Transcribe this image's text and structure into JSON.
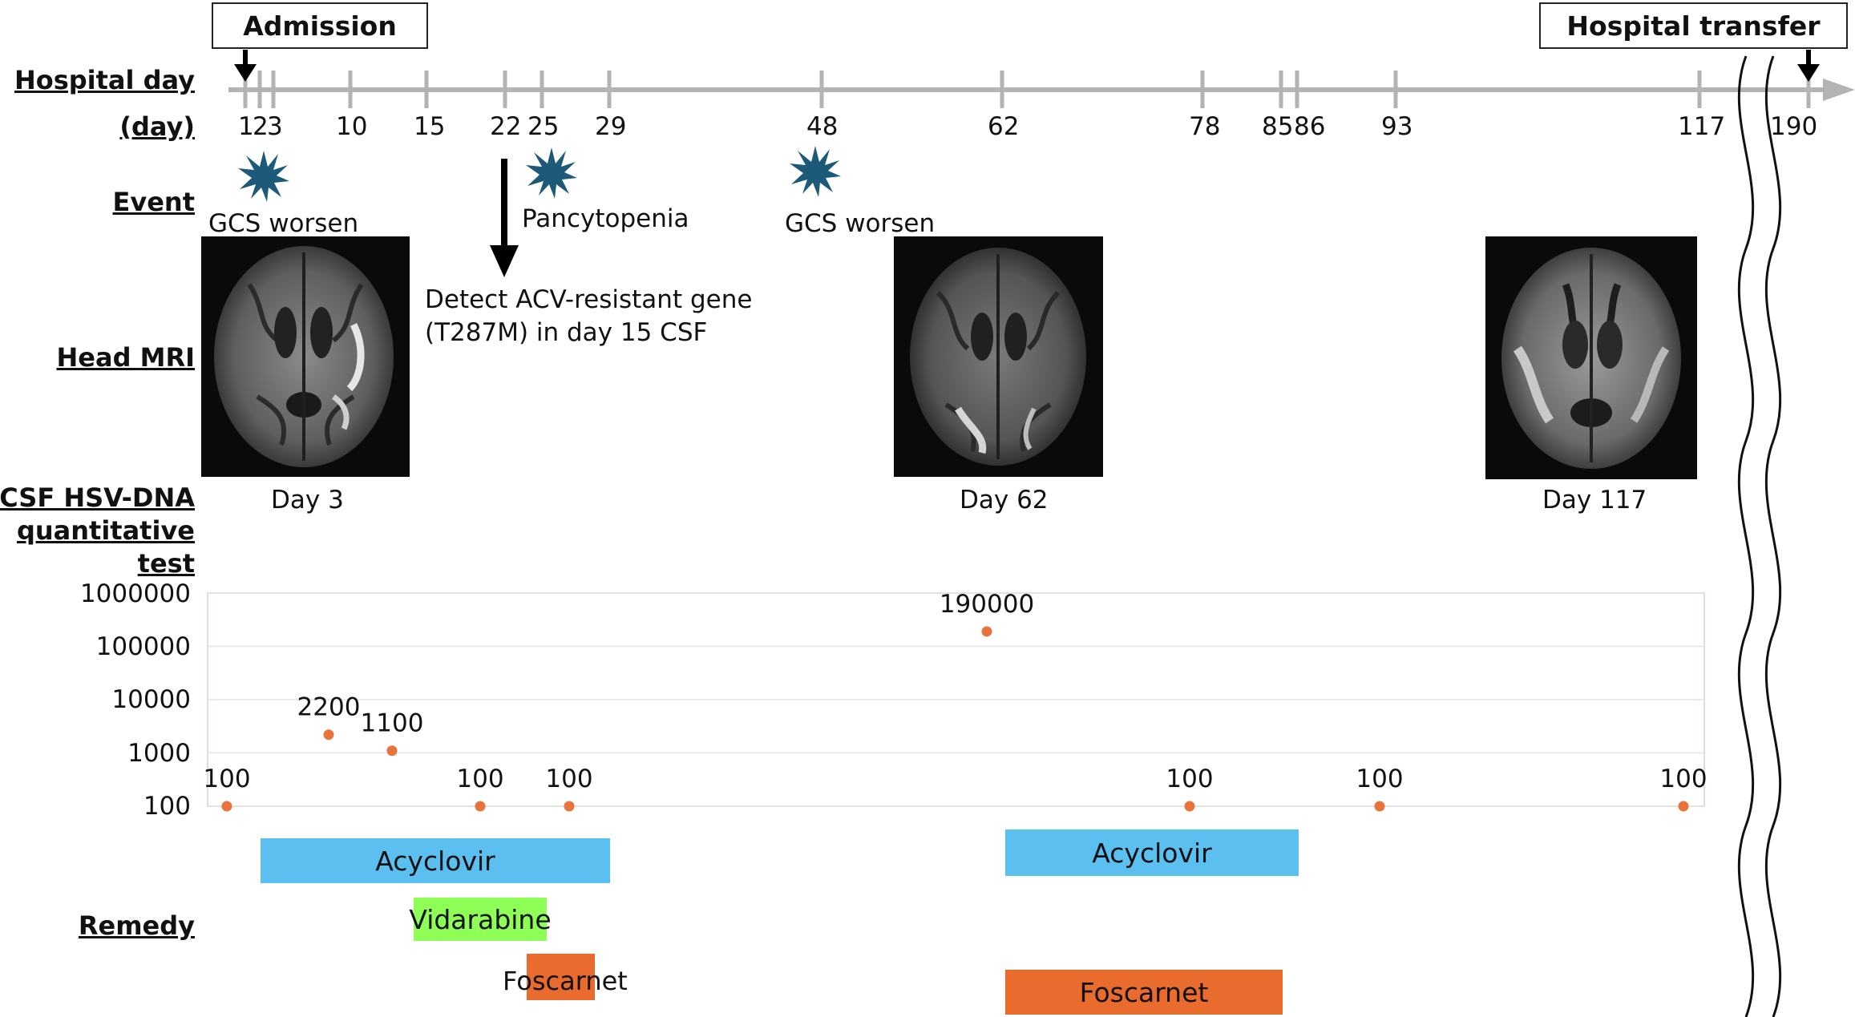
{
  "labels": {
    "admission": "Admission",
    "transfer": "Hospital transfer",
    "hospital_day": "Hospital day",
    "day_unit": "(day)",
    "event": "Event",
    "head_mri": "Head MRI",
    "csf_line1": "CSF HSV-DNA",
    "csf_line2": "quantitative",
    "csf_line3": "test",
    "remedy": "Remedy"
  },
  "timeline": {
    "days": [
      "1",
      "2",
      "3",
      "10",
      "15",
      "22",
      "25",
      "29",
      "48",
      "62",
      "78",
      "85",
      "86",
      "93",
      "117",
      "190"
    ]
  },
  "events": {
    "gcs1": "GCS worsen",
    "pancytopenia": "Pancytopenia",
    "gcs2": "GCS worsen",
    "detect_line1": "Detect ACV-resistant gene",
    "detect_line2": "(T287M) in day 15 CSF"
  },
  "mri": {
    "day3": "Day 3",
    "day62": "Day 62",
    "day117": "Day 117"
  },
  "chart_data": {
    "type": "scatter",
    "yscale": "log",
    "ylim": [
      100,
      1000000
    ],
    "y_ticks": [
      "1000000",
      "100000",
      "10000",
      "1000",
      "100"
    ],
    "points": [
      {
        "day": 1,
        "value": 100,
        "label": "100"
      },
      {
        "day": 10,
        "value": 2200,
        "label": "2200"
      },
      {
        "day": 15,
        "value": 1100,
        "label": "1100"
      },
      {
        "day": 22,
        "value": 100,
        "label": "100"
      },
      {
        "day": 29,
        "value": 100,
        "label": "100"
      },
      {
        "day": 62,
        "value": 190000,
        "label": "190000"
      },
      {
        "day": 78,
        "value": 100,
        "label": "100"
      },
      {
        "day": 93,
        "value": 100,
        "label": "100"
      },
      {
        "day": 117,
        "value": 100,
        "label": "100"
      }
    ],
    "colors": {
      "points": "#e8743b",
      "frame": "#cfe8cf",
      "axis": "#b3b3b3"
    }
  },
  "remedy": {
    "acyclovir1": "Acyclovir",
    "vidarabine": "Vidarabine",
    "foscarnet1": "Foscarnet",
    "acyclovir2": "Acyclovir",
    "foscarnet2": "Foscarnet"
  },
  "colors": {
    "acyclovir": "#5bc0f0",
    "vidarabine": "#8dff57",
    "foscarnet": "#ea6b2e",
    "burst": "#1d5a78"
  }
}
